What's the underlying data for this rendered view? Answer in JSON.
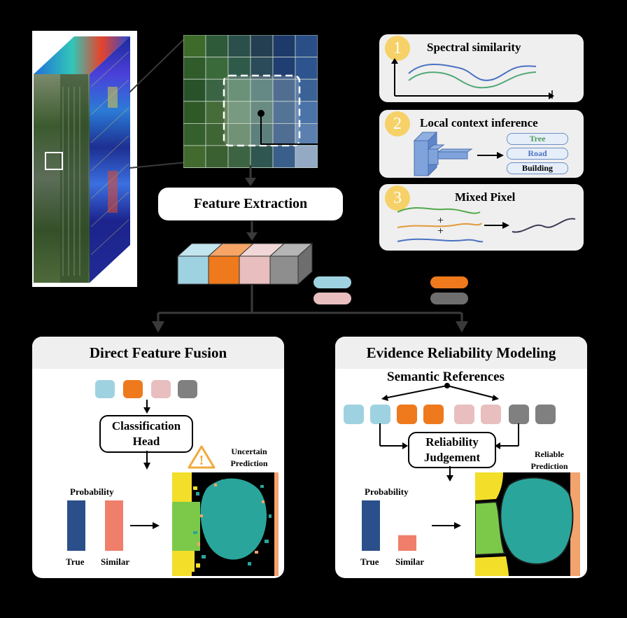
{
  "colors": {
    "background": "#000000",
    "panel_head": "#efefef",
    "feature_blue": "#9fd2e1",
    "feature_orange": "#ee7a1d",
    "feature_pink": "#e8bebe",
    "feature_gray": "#8e8e8e",
    "bar_true": "#2b4f8a",
    "bar_similar": "#ef7f6b",
    "badge_yellow": "#f6d167",
    "warning": "#f2a93b"
  },
  "feature_extraction": {
    "label": "Feature Extraction"
  },
  "side_cards": [
    {
      "number": "1",
      "title": "Spectral similarity"
    },
    {
      "number": "2",
      "title": "Local context inference",
      "classes": [
        "Tree",
        "Road",
        "Building"
      ]
    },
    {
      "number": "3",
      "title": "Mixed Pixel",
      "plus": "+"
    }
  ],
  "left_panel": {
    "title": "Direct Feature Fusion",
    "head_label": "Classification Head",
    "prediction_label": "Uncertain Prediction",
    "warning_icon": "!",
    "probability_label": "Probability",
    "bars": [
      {
        "label": "True",
        "value": 1.0
      },
      {
        "label": "Similar",
        "value": 1.0
      }
    ]
  },
  "right_panel": {
    "title": "Evidence Reliability Modeling",
    "references_label": "Semantic References",
    "judgement_label": "Reliability Judgement",
    "prediction_label": "Reliable Prediction",
    "probability_label": "Probability",
    "bars": [
      {
        "label": "True",
        "value": 1.0
      },
      {
        "label": "Similar",
        "value": 0.31
      }
    ]
  }
}
